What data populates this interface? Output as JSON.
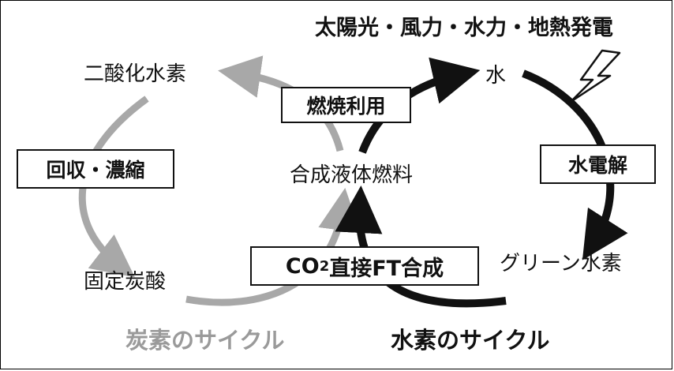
{
  "labels": {
    "energy_sources": "太陽光・風力・水力・地熱発電",
    "co2": "二酸化水素",
    "water": "水",
    "synthetic_fuel": "合成液体燃料",
    "fixed_carbonate": "固定炭酸",
    "green_hydrogen": "グリーン水素"
  },
  "processes": {
    "combustion": "燃焼利用",
    "capture": "回収・濃縮",
    "electrolysis": "水電解",
    "ft_prefix": "CO",
    "ft_sub": "2",
    "ft_suffix": "直接FT合成"
  },
  "cycles": {
    "carbon": "炭素のサイクル",
    "hydrogen": "水素のサイクル"
  },
  "icons": {
    "energy": "lightning-bolt-icon"
  },
  "colors": {
    "carbon_cycle": "#a8a8a8",
    "hydrogen_cycle": "#111111",
    "carbon_label": "#9a9a9a",
    "hydrogen_label": "#111111"
  }
}
